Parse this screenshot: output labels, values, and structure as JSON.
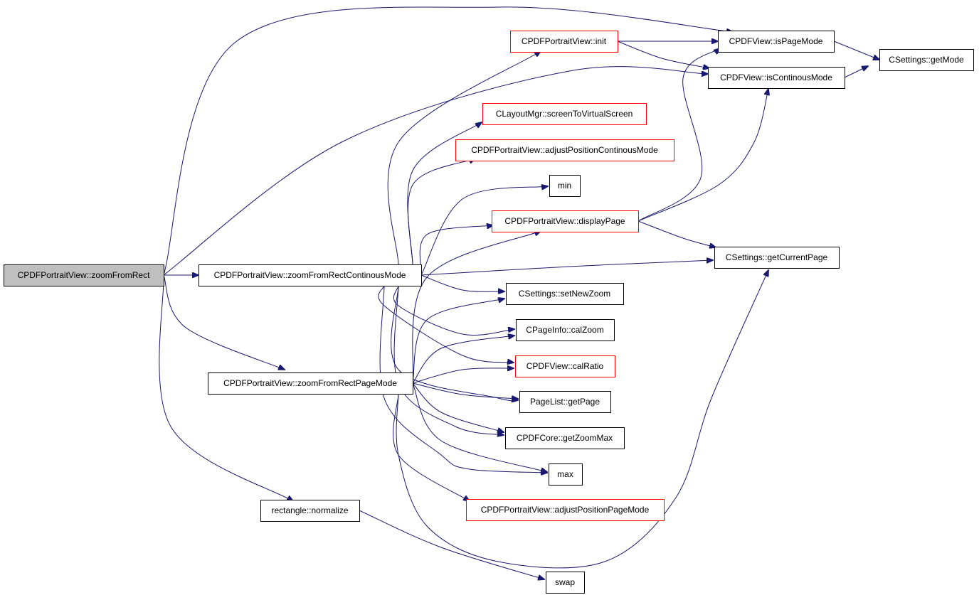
{
  "diagram": {
    "type": "call-graph",
    "colors": {
      "edge": "#191970",
      "root_fill": "#bfbfbf",
      "node_fill": "#ffffff",
      "truncated_border": "#ff0000",
      "node_border": "#000000"
    },
    "nodes": {
      "n_zoomFromRect": {
        "label": "CPDFPortraitView::zoomFromRect",
        "style": "root"
      },
      "n_zoomFromRectContinousMode": {
        "label": "CPDFPortraitView::zoomFromRectContinousMode",
        "style": "normal"
      },
      "n_zoomFromRectPageMode": {
        "label": "CPDFPortraitView::zoomFromRectPageMode",
        "style": "normal"
      },
      "n_normalize": {
        "label": "rectangle::normalize",
        "style": "normal"
      },
      "n_init": {
        "label": "CPDFPortraitView::init",
        "style": "truncated"
      },
      "n_isPageMode": {
        "label": "CPDFView::isPageMode",
        "style": "normal"
      },
      "n_getMode": {
        "label": "CSettings::getMode",
        "style": "normal"
      },
      "n_isContinousMode": {
        "label": "CPDFView::isContinousMode",
        "style": "normal"
      },
      "n_screenToVirtualScreen": {
        "label": "CLayoutMgr::screenToVirtualScreen",
        "style": "truncated"
      },
      "n_adjustPositionContinousMode": {
        "label": "CPDFPortraitView::adjustPositionContinousMode",
        "style": "truncated"
      },
      "n_min": {
        "label": "min",
        "style": "normal"
      },
      "n_displayPage": {
        "label": "CPDFPortraitView::displayPage",
        "style": "truncated"
      },
      "n_getCurrentPage": {
        "label": "CSettings::getCurrentPage",
        "style": "normal"
      },
      "n_setNewZoom": {
        "label": "CSettings::setNewZoom",
        "style": "normal"
      },
      "n_calZoom": {
        "label": "CPageInfo::calZoom",
        "style": "normal"
      },
      "n_calRatio": {
        "label": "CPDFView::calRatio",
        "style": "truncated"
      },
      "n_getPage": {
        "label": "PageList::getPage",
        "style": "normal"
      },
      "n_getZoomMax": {
        "label": "CPDFCore::getZoomMax",
        "style": "normal"
      },
      "n_max": {
        "label": "max",
        "style": "normal"
      },
      "n_adjustPositionPageMode": {
        "label": "CPDFPortraitView::adjustPositionPageMode",
        "style": "truncated"
      },
      "n_swap": {
        "label": "swap",
        "style": "normal"
      }
    },
    "edges": [
      [
        "n_zoomFromRect",
        "n_isPageMode"
      ],
      [
        "n_zoomFromRect",
        "n_isContinousMode"
      ],
      [
        "n_zoomFromRect",
        "n_zoomFromRectContinousMode"
      ],
      [
        "n_zoomFromRect",
        "n_zoomFromRectPageMode"
      ],
      [
        "n_zoomFromRect",
        "n_normalize"
      ],
      [
        "n_init",
        "n_isPageMode"
      ],
      [
        "n_init",
        "n_isContinousMode"
      ],
      [
        "n_isPageMode",
        "n_getMode"
      ],
      [
        "n_isContinousMode",
        "n_getMode"
      ],
      [
        "n_displayPage",
        "n_isPageMode"
      ],
      [
        "n_displayPage",
        "n_isContinousMode"
      ],
      [
        "n_displayPage",
        "n_getCurrentPage"
      ],
      [
        "n_zoomFromRectContinousMode",
        "n_init"
      ],
      [
        "n_zoomFromRectContinousMode",
        "n_screenToVirtualScreen"
      ],
      [
        "n_zoomFromRectContinousMode",
        "n_adjustPositionContinousMode"
      ],
      [
        "n_zoomFromRectContinousMode",
        "n_min"
      ],
      [
        "n_zoomFromRectContinousMode",
        "n_displayPage"
      ],
      [
        "n_zoomFromRectContinousMode",
        "n_getCurrentPage"
      ],
      [
        "n_zoomFromRectContinousMode",
        "n_setNewZoom"
      ],
      [
        "n_zoomFromRectContinousMode",
        "n_calZoom"
      ],
      [
        "n_zoomFromRectContinousMode",
        "n_calRatio"
      ],
      [
        "n_zoomFromRectContinousMode",
        "n_getPage"
      ],
      [
        "n_zoomFromRectContinousMode",
        "n_getZoomMax"
      ],
      [
        "n_zoomFromRectContinousMode",
        "n_max"
      ],
      [
        "n_zoomFromRectPageMode",
        "n_displayPage"
      ],
      [
        "n_zoomFromRectPageMode",
        "n_setNewZoom"
      ],
      [
        "n_zoomFromRectPageMode",
        "n_calZoom"
      ],
      [
        "n_zoomFromRectPageMode",
        "n_calRatio"
      ],
      [
        "n_zoomFromRectPageMode",
        "n_getPage"
      ],
      [
        "n_zoomFromRectPageMode",
        "n_getZoomMax"
      ],
      [
        "n_zoomFromRectPageMode",
        "n_max"
      ],
      [
        "n_zoomFromRectPageMode",
        "n_adjustPositionPageMode"
      ],
      [
        "n_zoomFromRectPageMode",
        "n_getCurrentPage"
      ],
      [
        "n_normalize",
        "n_swap"
      ]
    ]
  }
}
